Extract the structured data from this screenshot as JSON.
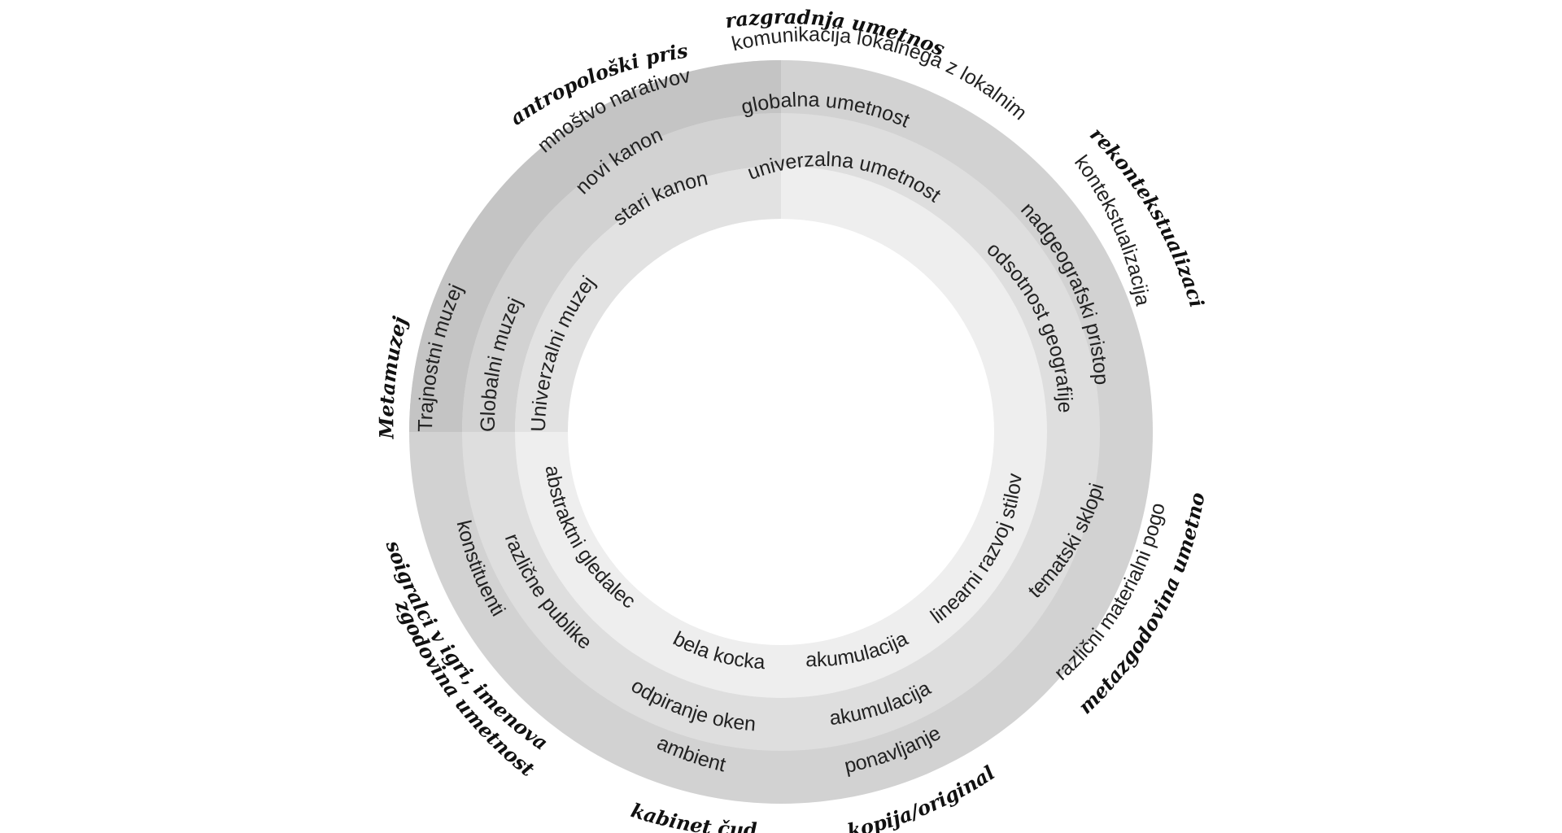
{
  "colors": {
    "ring_outer": "#d2d2d2",
    "ring_outer_dark": "#c4c4c4",
    "ring_middle": "#dedede",
    "ring_inner": "#eeeeee",
    "center": "#ffffff",
    "text": "#222222",
    "label": "#111111"
  },
  "rings": {
    "inner": {
      "title": "Univerzalni muzej",
      "items": [
        "stari kanon",
        "univerzalna umetnost",
        "odsotnost geografije",
        "linearni razvoj stilov",
        "akumulacija",
        "bela kocka",
        "abstraktni gledalec"
      ]
    },
    "middle": {
      "title": "Globalni muzej",
      "items": [
        "novi kanon",
        "globalna umetnost",
        "nadgeografski pristop",
        "tematski sklopi",
        "akumulacija",
        "odpiranje oken",
        "različne publike"
      ]
    },
    "outer": {
      "title": "Trajnostni muzej",
      "items": [
        "mnoštvo narativov",
        "komunikacija lokalnega z lokalnim",
        "kontekstualizacija",
        "različni materialni pogoji",
        "ponavljanje",
        "ambient",
        "konstituenti"
      ]
    }
  },
  "outer_labels": {
    "metamuzej": "Metamuzej",
    "antropoloski": "antropološki pristop",
    "razgradnja": "razgradnja umetnosti",
    "rekontekstualizacija": "rekontekstualizacija",
    "metazgodovina": "metazgodovina umetnosti",
    "kopija": "kopija/original",
    "kabinet": "kabinet čudes",
    "soigralci": "soigralci v igri, imenovani",
    "zgodovina": "zgodovina umetnosti"
  }
}
